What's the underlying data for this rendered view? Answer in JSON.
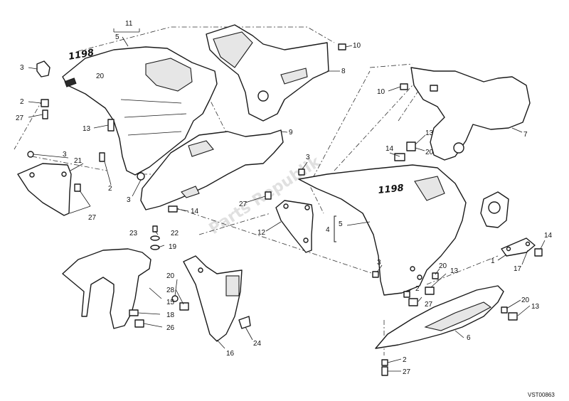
{
  "watermark": "Parts Republik",
  "reference_code": "VST00863",
  "brand_marks": {
    "upper_fairing": "1198",
    "side_fairing": "1198"
  },
  "callouts": {
    "c11": "11",
    "c5a": "5",
    "c10a": "10",
    "c8": "8",
    "c3a": "3",
    "c20a": "20",
    "c2a": "2",
    "c27a": "27",
    "c13a": "13",
    "c9": "9",
    "c3b": "3",
    "c21": "21",
    "c2b": "2",
    "c27b": "27",
    "c3c": "3",
    "c14a": "14",
    "c10b": "10",
    "c7": "7",
    "c13b": "13",
    "c20b": "20",
    "c14b": "14",
    "c3d": "3",
    "c27c": "27",
    "c12": "12",
    "c4": "4",
    "c5b": "5",
    "c23": "23",
    "c22": "22",
    "c19": "19",
    "c1": "1",
    "c17": "17",
    "c14c": "14",
    "c3e": "3",
    "c20c": "20",
    "c13c": "13",
    "c2c": "2",
    "c27d": "27",
    "c20d": "20",
    "c13d": "13",
    "c20e": "20",
    "c28": "28",
    "c15": "15",
    "c18": "18",
    "c26": "26",
    "c16": "16",
    "c24": "24",
    "c6": "6",
    "c2d": "2",
    "c27e": "27"
  }
}
